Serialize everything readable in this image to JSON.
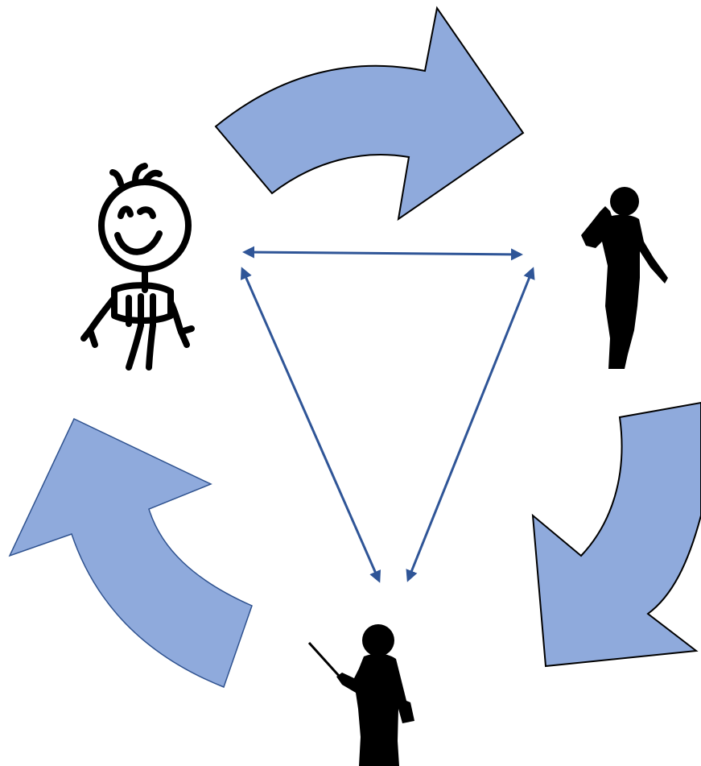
{
  "diagram": {
    "type": "cycle",
    "colors": {
      "cycle_arrow_fill": "#8faadc",
      "cycle_arrow_stroke": "#2f528f",
      "connector": "#2f5597",
      "figure": "#000000",
      "background": "#ffffff"
    },
    "nodes": [
      {
        "id": "stick-figure",
        "icon": "stick-figure-winking-icon"
      },
      {
        "id": "runner",
        "icon": "person-silhouette-cheering-icon"
      },
      {
        "id": "teacher",
        "icon": "teacher-with-pointer-silhouette-icon"
      }
    ],
    "cycle_arrows": [
      {
        "from": "stick-figure",
        "to": "runner",
        "direction": "clockwise"
      },
      {
        "from": "runner",
        "to": "teacher",
        "direction": "clockwise"
      },
      {
        "from": "teacher",
        "to": "stick-figure",
        "direction": "clockwise"
      }
    ],
    "connectors": [
      {
        "between": [
          "stick-figure",
          "runner"
        ],
        "heads": "both"
      },
      {
        "between": [
          "stick-figure",
          "teacher"
        ],
        "heads": "both"
      },
      {
        "between": [
          "runner",
          "teacher"
        ],
        "heads": "both"
      }
    ]
  }
}
